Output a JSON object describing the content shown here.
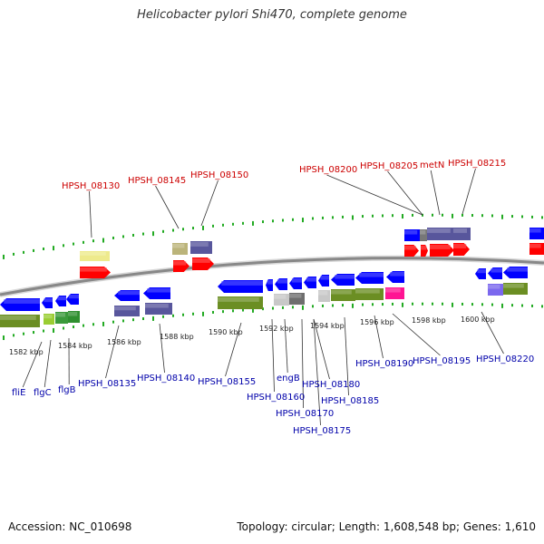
{
  "title": "Helicobacter pylori Shi470, complete genome",
  "footer": {
    "accession": "Accession: NC_010698",
    "topology": "Topology: circular; Length: 1,608,548 bp; Genes: 1,610"
  },
  "colors": {
    "top_labels": "#cc0000",
    "bottom_labels": "#0000aa",
    "tick": "#22aa22",
    "backbone": "#888888"
  },
  "scale_ticks": [
    "1582 kbp",
    "1584 kbp",
    "1586 kbp",
    "1588 kbp",
    "1590 kbp",
    "1592 kbp",
    "1594 kbp",
    "1596 kbp",
    "1598 kbp",
    "1600 kbp"
  ],
  "top_labels": [
    "HPSH_08130",
    "HPSH_08145",
    "HPSH_08150",
    "HPSH_08200",
    "HPSH_08205",
    "metN",
    "HPSH_08215"
  ],
  "bottom_labels": [
    "fliE",
    "flgC",
    "flgB",
    "HPSH_08135",
    "HPSH_08140",
    "HPSH_08155",
    "engB",
    "HPSH_08160",
    "HPSH_08170",
    "HPSH_08175",
    "HPSH_08180",
    "HPSH_08185",
    "HPSH_08190",
    "HPSH_08195",
    "HPSH_08220"
  ]
}
